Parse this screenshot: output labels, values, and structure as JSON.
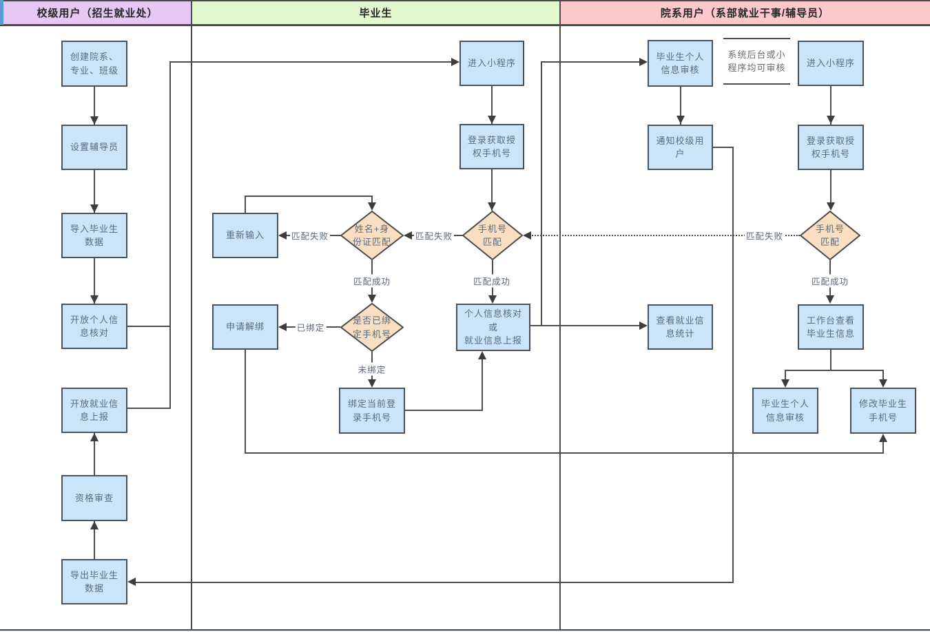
{
  "colors": {
    "lane1_header": "#e7c8f4",
    "lane2_header": "#e2f9d0",
    "lane3_header": "#fcc8ca",
    "box_fill": "#cce4f8",
    "box_border": "#47525d",
    "diamond_fill": "#f8dfc2",
    "line": "#4d4d4d",
    "accent_sliver": "#5b9bd5"
  },
  "lanes": [
    {
      "label": "校级用户（招生就业处）"
    },
    {
      "label": "毕业生"
    },
    {
      "label": "院系用户（系部就业干事/辅导员）"
    }
  ],
  "nodes": {
    "create_depts": {
      "text": "创建院系、\n专业、班级"
    },
    "set_counselor": {
      "text": "设置辅导员"
    },
    "import_grad_data": {
      "text": "导入毕业生\n数据"
    },
    "open_info_check": {
      "text": "开放个人信\n息核对"
    },
    "open_job_report": {
      "text": "开放就业信\n息上报"
    },
    "qualification_review": {
      "text": "资格审查"
    },
    "export_grad_data": {
      "text": "导出毕业生\n数据"
    },
    "enter_miniapp": {
      "text": "进入小程序"
    },
    "login_get_phone": {
      "text": "登录获取授\n权手机号"
    },
    "retry_input": {
      "text": "重新输入"
    },
    "name_id_match": {
      "text": "姓名+身\n份证匹配"
    },
    "phone_match": {
      "text": "手机号\n匹配"
    },
    "bind_check": {
      "text": "是否已绑\n定手机号"
    },
    "apply_unbind": {
      "text": "申请解绑"
    },
    "bind_current_phone": {
      "text": "绑定当前登\n录手机号"
    },
    "info_check_or_report": {
      "text": "个人信息核对\n或\n就业信息上报"
    },
    "grad_info_audit_top": {
      "text": "毕业生个人\n信息审核"
    },
    "audit_note": {
      "text": "系统后台或小\n程序均可审核"
    },
    "enter_miniapp_r": {
      "text": "进入小程序"
    },
    "notify_school_user": {
      "text": "通知校级用\n户"
    },
    "login_get_phone_r": {
      "text": "登录获取授\n权手机号"
    },
    "phone_match_r": {
      "text": "手机号\n匹配"
    },
    "view_job_stats": {
      "text": "查看就业信\n息统计"
    },
    "workbench_view_grads": {
      "text": "工作台查看\n毕业生信息"
    },
    "grad_info_audit_bot": {
      "text": "毕业生个人\n信息审核"
    },
    "modify_grad_phone": {
      "text": "修改毕业生\n手机号"
    }
  },
  "edge_labels": {
    "match_fail": "匹配失败",
    "match_success": "匹配成功",
    "bound": "已绑定",
    "unbound": "未绑定"
  }
}
